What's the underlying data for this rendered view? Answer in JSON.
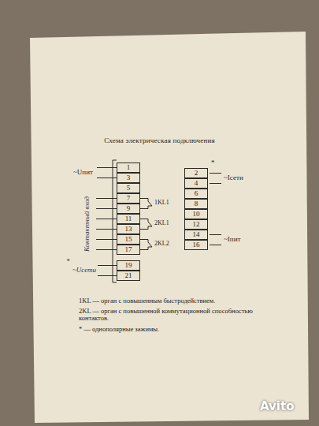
{
  "diagram": {
    "title": "Схема электрическая подключения",
    "nodes": [
      {
        "text": [
          "1"
        ]
      },
      {
        "text": [
          "3"
        ]
      },
      {
        "text": [
          "5"
        ]
      },
      {
        "text": [
          "7"
        ]
      },
      {
        "text": [
          "9"
        ]
      },
      {
        "text": [
          "11"
        ]
      },
      {
        "text": [
          "13"
        ]
      },
      {
        "text": [
          "15"
        ]
      },
      {
        "text": [
          "17"
        ]
      },
      {
        "text": [
          "19"
        ]
      },
      {
        "text": [
          "21"
        ]
      },
      {
        "text": [
          "2"
        ]
      },
      {
        "text": [
          "4"
        ]
      },
      {
        "text": [
          "6"
        ]
      },
      {
        "text": [
          "8"
        ]
      },
      {
        "text": [
          "10"
        ]
      },
      {
        "text": [
          "12"
        ]
      },
      {
        "text": [
          "14"
        ]
      },
      {
        "text": [
          "16"
        ]
      }
    ],
    "edges": [
      {
        "from": 3,
        "to": 4,
        "arrow": "none",
        "label": "1KL1"
      },
      {
        "from": 5,
        "to": 6,
        "arrow": "none",
        "label": "2KL1"
      },
      {
        "from": 7,
        "to": 8,
        "arrow": "none",
        "label": "2KL2"
      }
    ],
    "labels": [
      "*",
      "~Uпит",
      "~Iсети",
      "Контактный вход",
      "~Iпит",
      "*",
      "~Uсети",
      "1KL — орган с повышенным быстродействием.",
      "2KL — орган с повышенной коммутационной способностью контактов.",
      "* — однополярные зажимы.",
      "Avito"
    ]
  }
}
